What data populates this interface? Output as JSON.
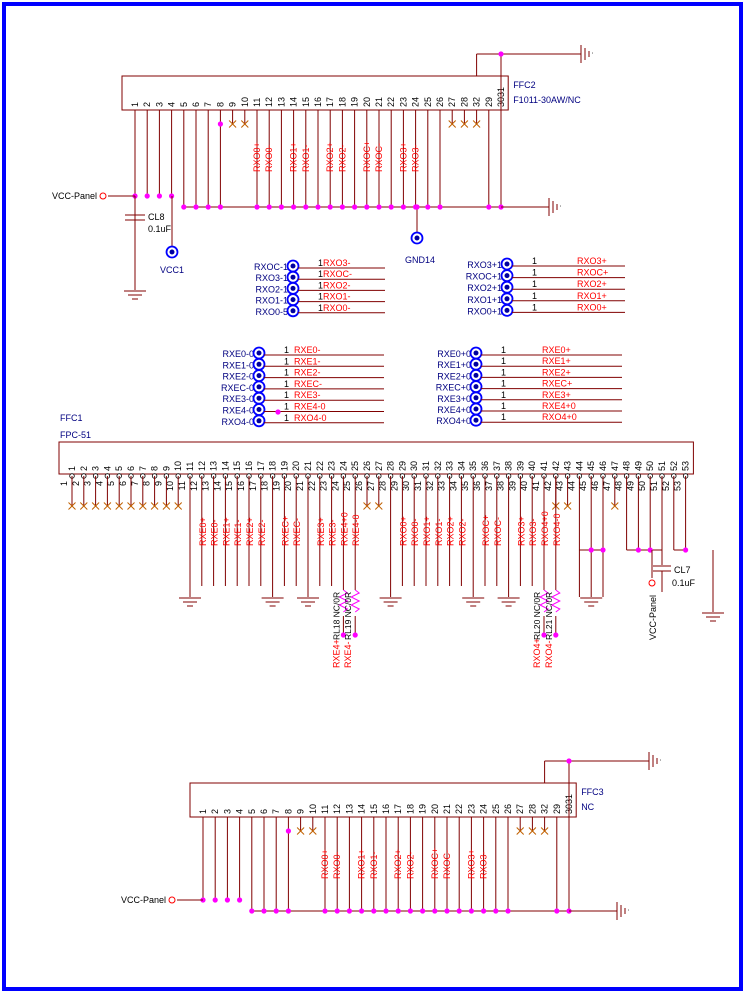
{
  "ffc2": {
    "ref": "FFC2",
    "part": "F1011-30AW/NC",
    "pins": [
      "1",
      "2",
      "3",
      "4",
      "5",
      "6",
      "7",
      "8",
      "9",
      "10",
      "11",
      "12",
      "13",
      "14",
      "15",
      "16",
      "17",
      "18",
      "19",
      "20",
      "21",
      "22",
      "23",
      "24",
      "25",
      "26",
      "27",
      "28",
      "32",
      "29",
      "3031"
    ],
    "nets": {
      "11": "RXO0+",
      "12": "RXO0-",
      "14": "RXO1+",
      "15": "RXO1-",
      "17": "RXO2+",
      "18": "RXO2-",
      "20": "RXOC+",
      "21": "RXOC-",
      "23": "RXO3+",
      "24": "RXO3-"
    }
  },
  "ffc3": {
    "ref": "FFC3",
    "part": "NC",
    "pins": [
      "1",
      "2",
      "3",
      "4",
      "5",
      "6",
      "7",
      "8",
      "9",
      "10",
      "11",
      "12",
      "13",
      "14",
      "15",
      "16",
      "17",
      "18",
      "19",
      "20",
      "21",
      "22",
      "23",
      "24",
      "25",
      "26",
      "27",
      "28",
      "32",
      "29",
      "3031"
    ],
    "nets": {
      "11": "RXO0+",
      "12": "RXO0-",
      "14": "RXO1+",
      "15": "RXO1-",
      "17": "RXO2+",
      "18": "RXO2-",
      "20": "RXOC+",
      "21": "RXOC-",
      "23": "RXO3+",
      "24": "RXO3-"
    }
  },
  "ffc1": {
    "ref": "FFC1",
    "part": "FPC-51",
    "pins": [
      "1",
      "2",
      "3",
      "4",
      "5",
      "6",
      "7",
      "8",
      "9",
      "10",
      "11",
      "12",
      "13",
      "14",
      "15",
      "16",
      "17",
      "18",
      "19",
      "20",
      "21",
      "22",
      "23",
      "24",
      "25",
      "26",
      "27",
      "28",
      "29",
      "30",
      "31",
      "32",
      "33",
      "34",
      "35",
      "36",
      "37",
      "38",
      "39",
      "40",
      "41",
      "42",
      "43",
      "44",
      "45",
      "46",
      "47",
      "48",
      "49",
      "50",
      "51",
      "52",
      "53"
    ],
    "nets": {
      "12": "RXE0+",
      "13": "RXE0-",
      "14": "RXE1+",
      "15": "RXE1-",
      "16": "RXE2+",
      "17": "RXE2-",
      "19": "RXEC+",
      "20": "RXEC-",
      "22": "RXE3+",
      "23": "RXE3-",
      "24": "RXE4+0",
      "25": "RXE4-0",
      "29": "RXO0+",
      "30": "RXO0-",
      "31": "RXO1+",
      "32": "RXO1-",
      "33": "RXO2+",
      "34": "RXO2-",
      "36": "RXOC+",
      "37": "RXOC-",
      "39": "RXO3+",
      "40": "RXO3-",
      "41": "RXO4+0",
      "42": "RXO4-0"
    }
  },
  "vcc_panel": "VCC-Panel",
  "cl8": {
    "ref": "CL8",
    "value": "0.1uF"
  },
  "cl7": {
    "ref": "CL7",
    "value": "0.1uF"
  },
  "vcc1": "VCC1",
  "gnd14": "GND14",
  "one": "1",
  "odd_neg_ports": [
    {
      "port": "RXOC-1",
      "net": "RXO3-"
    },
    {
      "port": "RXO3-1",
      "net": "RXOC-"
    },
    {
      "port": "RXO2-1",
      "net": "RXO2-"
    },
    {
      "port": "RXO1-1",
      "net": "RXO1-"
    },
    {
      "port": "RXO0-5",
      "net": "RXO0-"
    }
  ],
  "odd_pos_ports": [
    {
      "port": "RXO3+1",
      "net": "RXO3+"
    },
    {
      "port": "RXOC+1",
      "net": "RXOC+"
    },
    {
      "port": "RXO2+1",
      "net": "RXO2+"
    },
    {
      "port": "RXO1+1",
      "net": "RXO1+"
    },
    {
      "port": "RXO0+1",
      "net": "RXO0+"
    }
  ],
  "even_neg_ports": [
    {
      "port": "RXE0-0",
      "net": "RXE0-"
    },
    {
      "port": "RXE1-0",
      "net": "RXE1-"
    },
    {
      "port": "RXE2-0",
      "net": "RXE2-"
    },
    {
      "port": "RXEC-0",
      "net": "RXEC-"
    },
    {
      "port": "RXE3-0",
      "net": "RXE3-"
    },
    {
      "port": "RXE4-0",
      "net": "RXE4-0"
    },
    {
      "port": "RXO4-0",
      "net": "RXO4-0"
    }
  ],
  "even_pos_ports": [
    {
      "port": "RXE0+0",
      "net": "RXE0+"
    },
    {
      "port": "RXE1+0",
      "net": "RXE1+"
    },
    {
      "port": "RXE2+0",
      "net": "RXE2+"
    },
    {
      "port": "RXEC+0",
      "net": "RXEC+"
    },
    {
      "port": "RXE3+0",
      "net": "RXE3+"
    },
    {
      "port": "RXE4+0",
      "net": "RXE4+0"
    },
    {
      "port": "RXO4+0",
      "net": "RXO4+0"
    }
  ],
  "resistors": [
    {
      "ref": "RL18",
      "value": "NC/0R",
      "net": "RXE4+"
    },
    {
      "ref": "RL19",
      "value": "NC/0R",
      "net": "RXE4-"
    },
    {
      "ref": "RL20",
      "value": "NC/0R",
      "net": "RXO4+"
    },
    {
      "ref": "RL21",
      "value": "NC/0R",
      "net": "RXO4-"
    }
  ],
  "colors": {
    "border": "#0000ff",
    "wire": "#800000",
    "net": "#ff0000",
    "text": "#000080",
    "junction": "#ff00ff",
    "pin": "#000000",
    "cross": "#c06000"
  }
}
